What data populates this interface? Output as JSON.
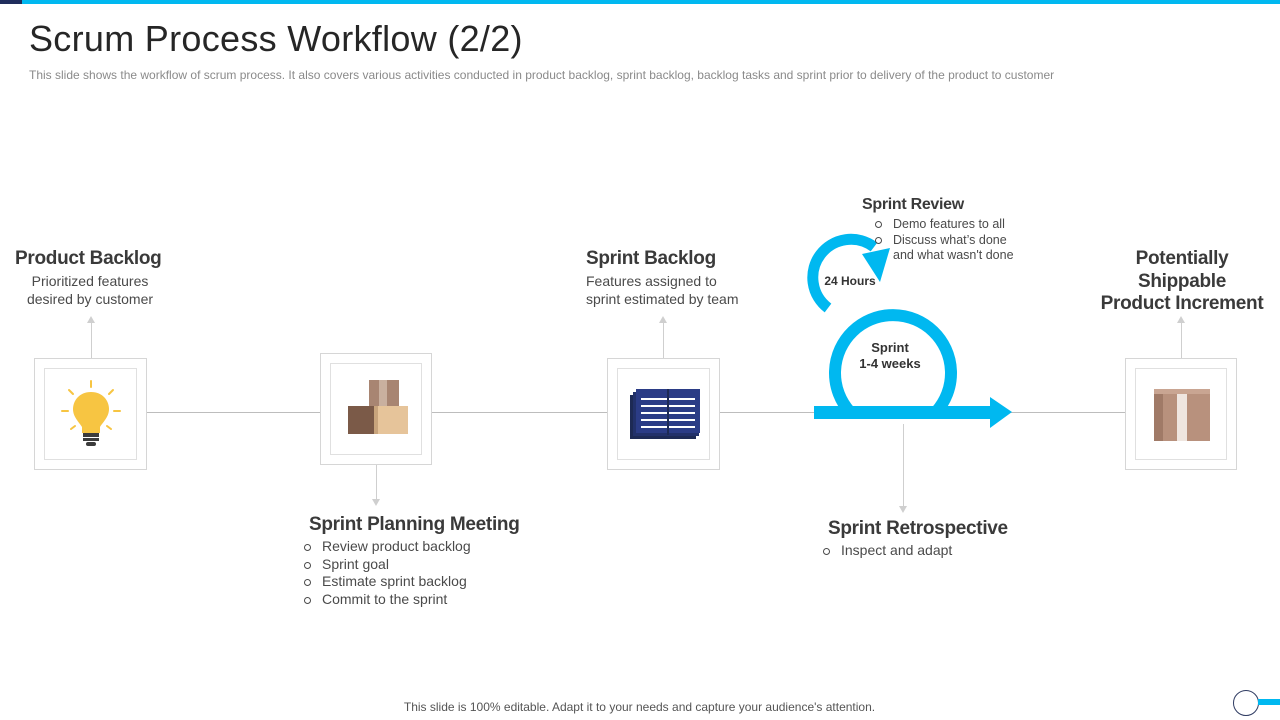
{
  "slide": {
    "title": "Scrum Process Workflow (2/2)",
    "subtitle": "This slide shows the workflow  of scrum process. It also covers various  activities conducted in product backlog, sprint backlog, backlog tasks and sprint  prior to delivery  of the product to customer",
    "footer": "This slide is 100% editable. Adapt it to your needs and capture your audience's attention."
  },
  "colors": {
    "accent": "#00b8f0",
    "navy": "#1f2d5c",
    "text": "#3a3a3a"
  },
  "steps": {
    "product_backlog": {
      "heading": "Product Backlog",
      "desc_line1": "Prioritized features",
      "desc_line2": "desired by customer",
      "icon": "lightbulb-icon"
    },
    "sprint_planning": {
      "heading": "Sprint Planning Meeting",
      "bullets": [
        "Review product backlog",
        "Sprint goal",
        "Estimate sprint backlog",
        "Commit to the sprint"
      ],
      "icon": "boxes-icon"
    },
    "sprint_backlog": {
      "heading": "Sprint Backlog",
      "desc_line1": "Features assigned to",
      "desc_line2": "sprint estimated by team",
      "icon": "book-icon"
    },
    "sprint_review": {
      "heading": "Sprint Review",
      "bullets": [
        "Demo features  to all",
        "Discuss what’s done"
      ],
      "bullet_continuation": "and what wasn't  done"
    },
    "sprint_cycle": {
      "daily_label": "24 Hours",
      "sprint_label_line1": "Sprint",
      "sprint_label_line2": "1-4 weeks"
    },
    "sprint_retrospective": {
      "heading": "Sprint Retrospective",
      "bullets": [
        "Inspect and adapt"
      ]
    },
    "increment": {
      "heading_line1": "Potentially",
      "heading_line2": "Shippable",
      "heading_line3": "Product Increment",
      "icon": "package-icon"
    }
  }
}
